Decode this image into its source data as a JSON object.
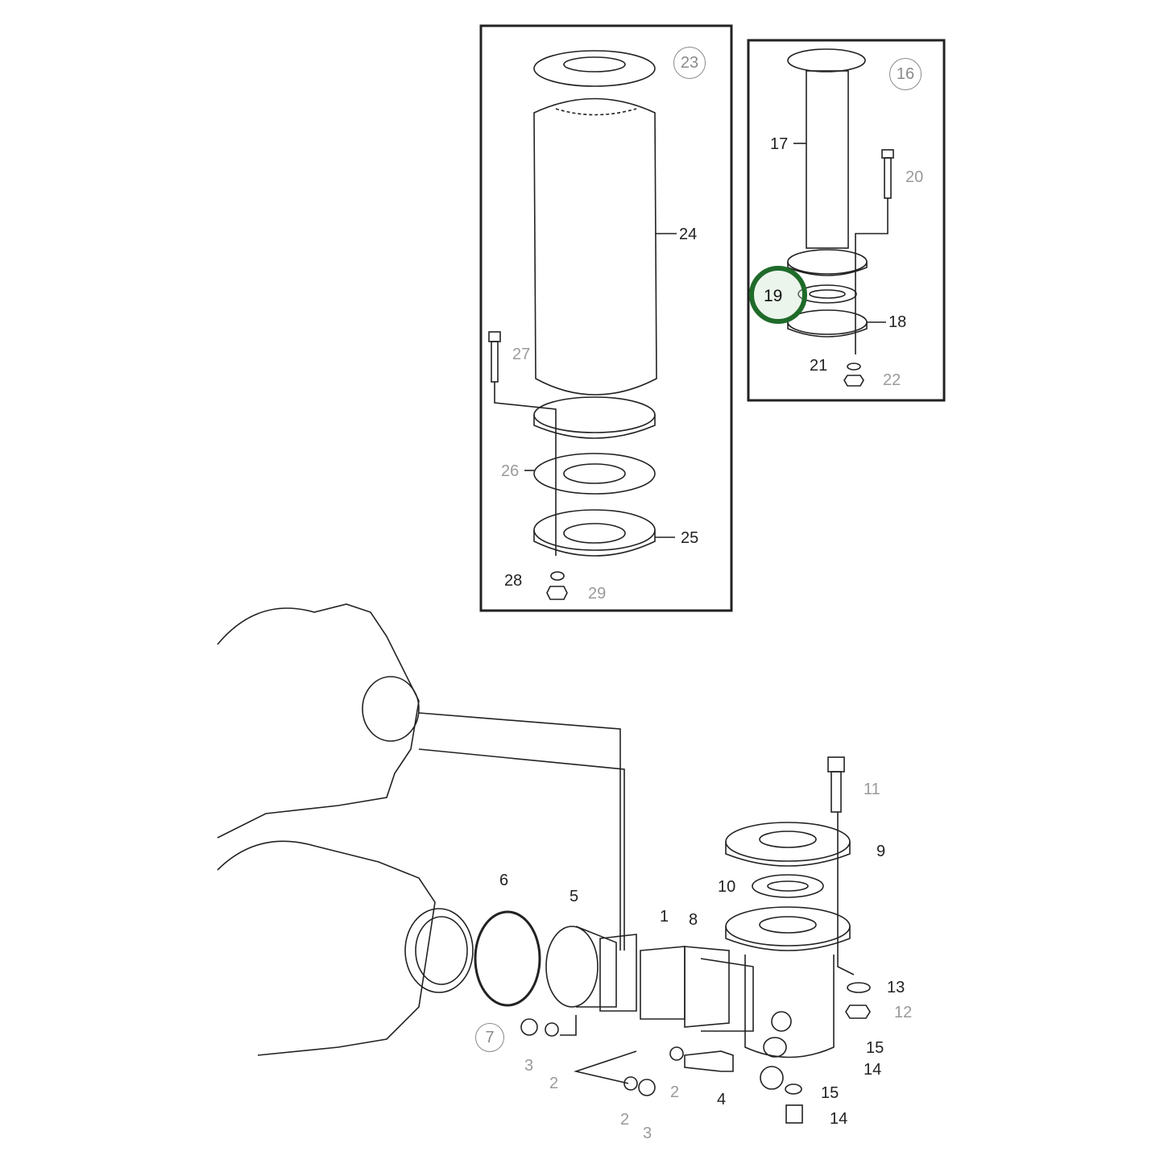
{
  "diagram": {
    "type": "exploded parts diagram",
    "highlight": {
      "label": "19",
      "color": "#1f6b2a"
    },
    "panels": [
      {
        "id": "panel-23",
        "group_label": "23",
        "parts": [
          "24",
          "25",
          "26",
          "27",
          "28",
          "29"
        ]
      },
      {
        "id": "panel-16",
        "group_label": "16",
        "parts": [
          "17",
          "18",
          "19",
          "20",
          "21",
          "22"
        ]
      }
    ],
    "group_labels": {
      "g7": "7",
      "g16": "16",
      "g23": "23"
    },
    "callouts": {
      "p1": "1",
      "p2a": "2",
      "p2b": "2",
      "p2c": "2",
      "p3a": "3",
      "p3b": "3",
      "p4": "4",
      "p5": "5",
      "p6": "6",
      "p8": "8",
      "p9": "9",
      "p10": "10",
      "p11": "11",
      "p12": "12",
      "p13": "13",
      "p14a": "14",
      "p14b": "14",
      "p15a": "15",
      "p15b": "15",
      "p17": "17",
      "p18": "18",
      "p19": "19",
      "p20": "20",
      "p21": "21",
      "p22": "22",
      "p24": "24",
      "p25": "25",
      "p26": "26",
      "p27": "27",
      "p28": "28",
      "p29": "29"
    }
  }
}
